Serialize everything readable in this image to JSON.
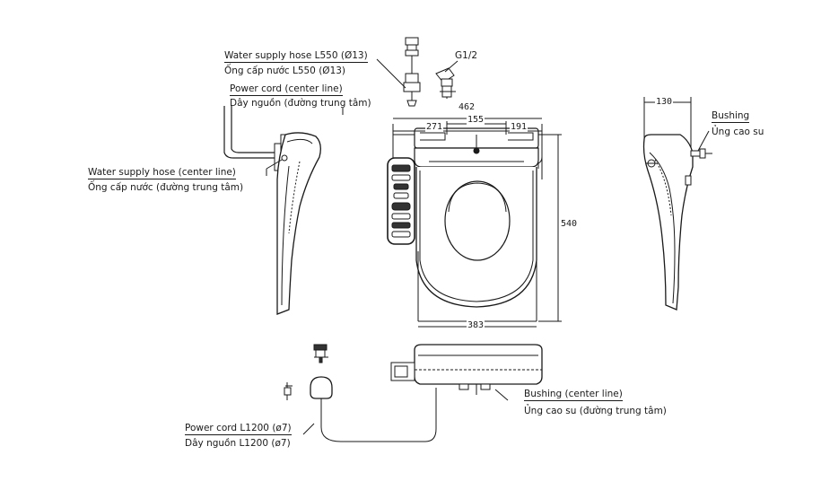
{
  "labels": {
    "water_hose_l550_en": "Water supply hose L550 (Ø13)",
    "water_hose_l550_vi": "Ống cấp nước L550 (Ø13)",
    "power_cord_center_en": "Power cord (center line)",
    "power_cord_center_vi": "Dây nguồn (đường trung tâm)",
    "water_hose_center_en": "Water supply hose (center line)",
    "water_hose_center_vi": "Ống cấp nước (đường trung tâm)",
    "fitting": "G1/2",
    "bushing_en": "Bushing",
    "bushing_vi": "Ủng cao su",
    "bushing_center_en": "Bushing (center line)",
    "bushing_center_vi": "Ủng cao su (đường trung tâm)",
    "power_cord_l1200_en": "Power cord L1200 (ø7)",
    "power_cord_l1200_vi": "Dây nguồn L1200 (ø7)"
  },
  "dimensions": {
    "overall_width": "462",
    "left_offset": "271",
    "center_span": "155",
    "right_offset": "191",
    "length": "540",
    "base_width": "383",
    "side_depth": "130"
  }
}
